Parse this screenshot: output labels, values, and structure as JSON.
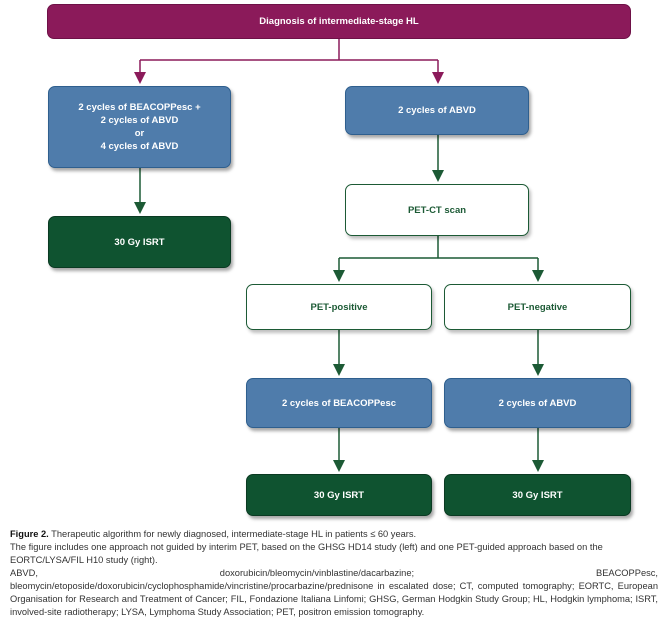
{
  "diagram": {
    "top": "Diagnosis of intermediate-stage HL",
    "left_chemo": {
      "line1": "2 cycles of BEACOPPesc +",
      "line2": "2 cycles of ABVD",
      "line3": "or",
      "line4": "4 cycles of ABVD"
    },
    "left_isrt": "30 Gy ISRT",
    "right_abvd": "2 cycles of ABVD",
    "petct": "PET-CT scan",
    "pet_positive": "PET-positive",
    "pet_negative": "PET-negative",
    "pos_chemo": "2 cycles of BEACOPPesc",
    "neg_chemo": "2 cycles of ABVD",
    "pos_isrt": "30 Gy ISRT",
    "neg_isrt": "30 Gy ISRT"
  },
  "caption": {
    "label": "Figure 2.",
    "title": "Therapeutic algorithm for newly diagnosed, intermediate-stage HL in patients ≤ 60 years.",
    "line2": "The figure includes one approach not guided by interim PET, based on the GHSG HD14 study (left) and one PET-guided approach based on the EORTC/LYSA/FIL H10 study (right).",
    "abbrev": "ABVD, doxorubicin/bleomycin/vinblastine/dacarbazine; BEACOPPesc, bleomycin/etoposide/doxorubicin/cyclophosphamide/vincristine/procarbazine/prednisone in escalated dose; CT, computed tomography; EORTC, European Organisation for Research and Treatment of Cancer; FIL, Fondazione Italiana Linfomi; GHSG, German Hodgkin Study Group; HL, Hodgkin lymphoma; ISRT, involved-site radiotherapy; LYSA, Lymphoma Study Association; PET, positron emission tomography."
  },
  "colors": {
    "purple": "#8b1a5a",
    "blue": "#4f7cab",
    "dark_green": "#0f5330",
    "outline_green": "#1c5a35"
  }
}
